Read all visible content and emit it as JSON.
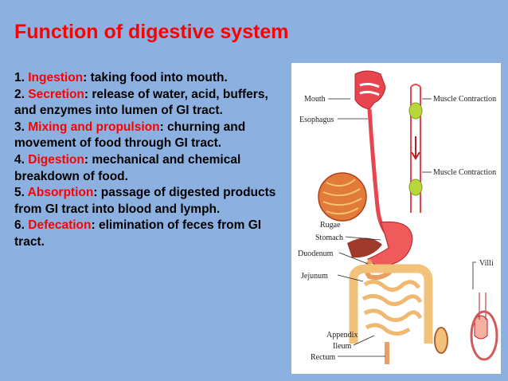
{
  "slide": {
    "title": "Function of digestive system",
    "items": [
      {
        "num": "1.",
        "term": "Ingestion",
        "desc": ": taking food into mouth."
      },
      {
        "num": "2.",
        "term": "Secretion",
        "desc": ": release of water, acid, buffers, and enzymes into lumen of GI tract."
      },
      {
        "num": "3.",
        "term": "Mixing and propulsion",
        "desc": ": churning and movement of food through GI tract."
      },
      {
        "num": "4.",
        "term": "Digestion",
        "desc": ": mechanical and chemical breakdown of food."
      },
      {
        "num": "5.",
        "term": "Absorption",
        "desc": ": passage of digested products from GI tract into blood and lymph."
      },
      {
        "num": "6.",
        "term": "Defecation",
        "desc": ": elimination of feces from GI tract."
      }
    ]
  },
  "diagram": {
    "labels": {
      "mouth": "Mouth",
      "esophagus": "Esophagus",
      "rugae": "Rugae",
      "stomach": "Stomach",
      "duodenum": "Duodenum",
      "jejunum": "Jejunum",
      "appendix": "Appendix",
      "ileum": "Ileum",
      "rectum": "Rectum",
      "muscle_contraction_1": "Muscle Contraction",
      "muscle_contraction_2": "Muscle Contraction",
      "villi": "Villi"
    }
  },
  "colors": {
    "background": "#8cb0e0",
    "accent": "#ff0000",
    "text": "#000000",
    "panel": "#ffffff"
  }
}
